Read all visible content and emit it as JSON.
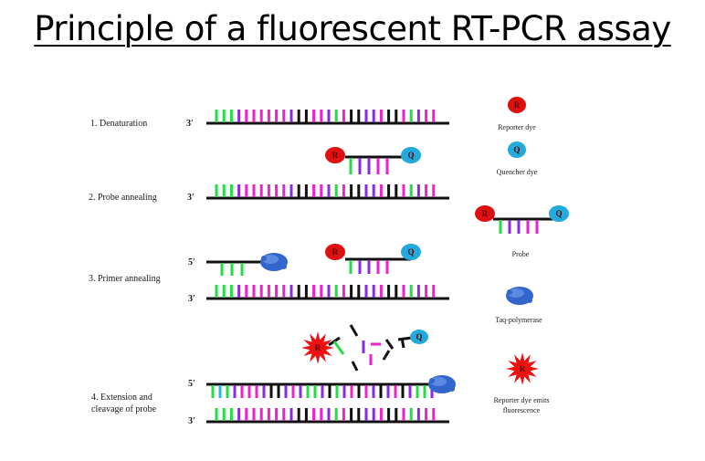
{
  "title": "Principle of a fluorescent RT-PCR assay",
  "steps": {
    "s1": "1. Denaturation",
    "s2": "2. Probe annealing",
    "s3": "3. Primer annealing",
    "s4a": "4. Extension and",
    "s4b": "cleavage of probe"
  },
  "strand_marks": {
    "five": "5′",
    "three": "3′"
  },
  "badges": {
    "reporter": "R",
    "quencher": "Q"
  },
  "legend": {
    "reporter": "Reporter dye",
    "quencher": "Quencher dye",
    "probe": "Probe",
    "polymerase": "Taq-polymerase",
    "emits_1": "Reporter dye emits",
    "emits_2": "fluorescence"
  },
  "colors": {
    "green": "#22dd44",
    "purple": "#8a2be2",
    "magenta": "#ee22cc",
    "cyan": "#22bbdd",
    "black": "#111111",
    "reporter": "#dd1111",
    "quencher": "#22aadd",
    "polymerase": "#3366cc",
    "burst": "#ee1111"
  },
  "template_sequence": [
    "g",
    "g",
    "g",
    "p",
    "m",
    "m",
    "m",
    "m",
    "m",
    "m",
    "p",
    "k",
    "k",
    "m",
    "m",
    "p",
    "g",
    "m",
    "k",
    "k",
    "p",
    "p",
    "m",
    "k",
    "k",
    "m",
    "g",
    "p",
    "m",
    "m"
  ],
  "primer_sequence": [
    "g",
    "g",
    "g"
  ],
  "probe_sequence": [
    "g",
    "p",
    "p",
    "m",
    "m"
  ],
  "extended_sequence": [
    "g",
    "c",
    "g",
    "p",
    "m",
    "m",
    "m",
    "p",
    "k",
    "k",
    "p",
    "m",
    "p",
    "g",
    "g",
    "p",
    "k",
    "g",
    "p",
    "m",
    "k",
    "m",
    "p",
    "k",
    "p",
    "m",
    "k",
    "p",
    "g",
    "g",
    "p"
  ]
}
